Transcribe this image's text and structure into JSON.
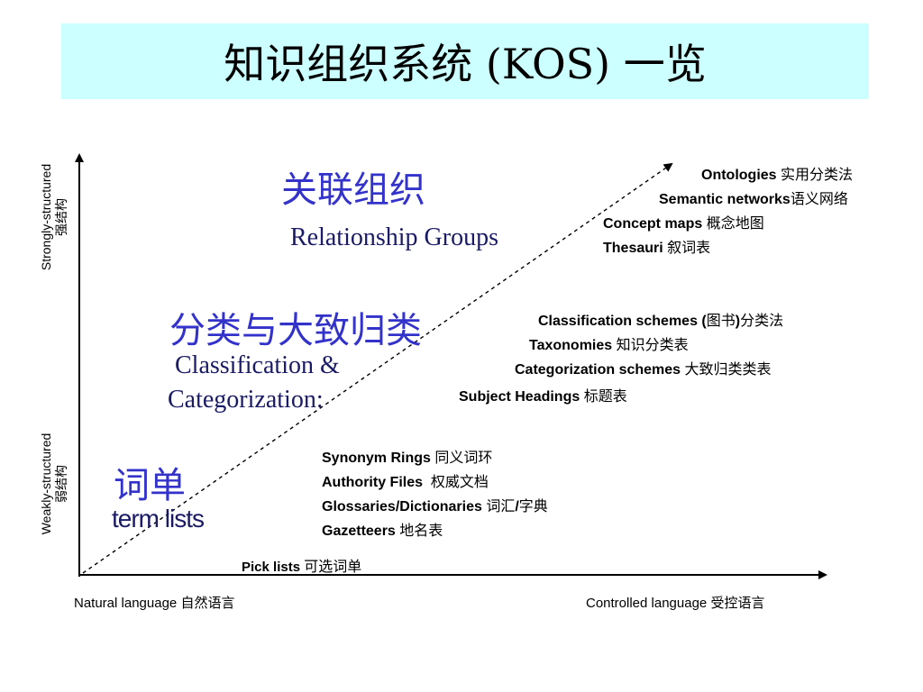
{
  "title": "知识组织系统 (KOS) 一览",
  "y_axis": {
    "top_label_en": "Strongly-structured",
    "top_label_cn": "强结构",
    "bottom_label_en": "Weakly-structured",
    "bottom_label_cn": "弱结构"
  },
  "x_axis": {
    "left_label_en": "Natural language",
    "left_label_cn": "自然语言",
    "right_label_en": "Controlled language",
    "right_label_cn": "受控语言"
  },
  "groups": {
    "relationship": {
      "cn": "关联组织",
      "en": "Relationship Groups"
    },
    "classification": {
      "cn": "分类与大致归类",
      "en_line1": "Classification &",
      "en_line2": "Categorization:"
    },
    "term_lists": {
      "cn": "词单",
      "en": "term lists"
    }
  },
  "items": {
    "ontologies": {
      "en": "Ontologies",
      "cn": "实用分类法"
    },
    "semantic_networks": {
      "en": "Semantic networks",
      "cn": "语义网络"
    },
    "concept_maps": {
      "en": "Concept maps",
      "cn": "概念地图"
    },
    "thesauri": {
      "en": "Thesauri",
      "cn": "叙词表"
    },
    "classification_schemes": {
      "en": "Classification schemes (",
      "cn": "图书",
      "en2": ")",
      "cn2": "分类法"
    },
    "taxonomies": {
      "en": "Taxonomies",
      "cn": "知识分类表"
    },
    "categorization_schemes": {
      "en": "Categorization schemes",
      "cn": "大致归类类表"
    },
    "subject_headings": {
      "en": "Subject Headings",
      "cn": "标题表"
    },
    "synonym_rings": {
      "en": "Synonym Rings",
      "cn": "同义词环"
    },
    "authority_files": {
      "en": "Authority Files",
      "cn": "权威文档"
    },
    "glossaries": {
      "en": "Glossaries/Dictionaries",
      "cn": "词汇",
      "sep": "/",
      "cn2": "字典"
    },
    "gazetteers": {
      "en": "Gazetteers",
      "cn": "地名表"
    },
    "pick_lists": {
      "en": "Pick lists",
      "cn": "可选词单"
    }
  }
}
